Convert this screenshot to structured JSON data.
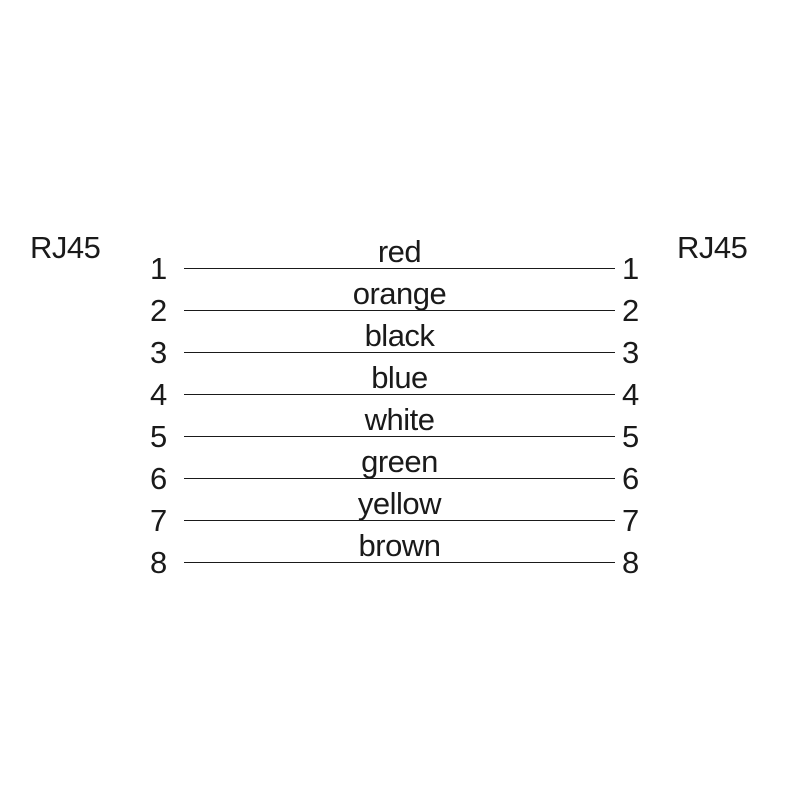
{
  "left_connector": "RJ45",
  "right_connector": "RJ45",
  "wires": [
    {
      "pin_left": "1",
      "color": "red",
      "pin_right": "1"
    },
    {
      "pin_left": "2",
      "color": "orange",
      "pin_right": "2"
    },
    {
      "pin_left": "3",
      "color": "black",
      "pin_right": "3"
    },
    {
      "pin_left": "4",
      "color": "blue",
      "pin_right": "4"
    },
    {
      "pin_left": "5",
      "color": "white",
      "pin_right": "5"
    },
    {
      "pin_left": "6",
      "color": "green",
      "pin_right": "6"
    },
    {
      "pin_left": "7",
      "color": "yellow",
      "pin_right": "7"
    },
    {
      "pin_left": "8",
      "color": "brown",
      "pin_right": "8"
    }
  ]
}
